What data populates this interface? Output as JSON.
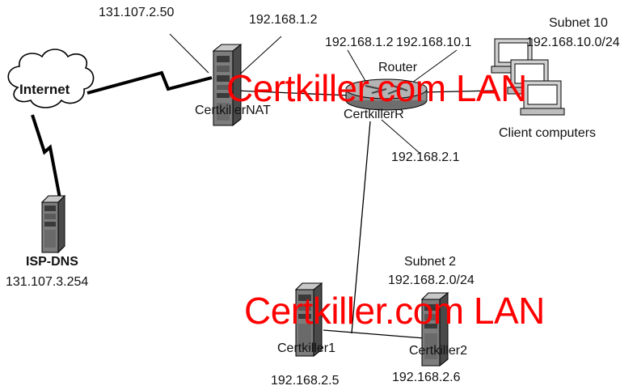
{
  "colors": {
    "watermark": "#ff0000",
    "line": "#000000",
    "server_body": "#8a8a8a",
    "server_dark": "#3a3a3a",
    "router_body": "#9a9a9a",
    "monitor_screen": "#ffffff"
  },
  "cloud": {
    "label": "Internet"
  },
  "isp_dns": {
    "label": "ISP-DNS",
    "ip": "131.107.3.254"
  },
  "nat": {
    "label": "CertkillerNAT",
    "public_ip": "131.107.2.50",
    "private_ip": "192.168.1.2"
  },
  "router": {
    "label": "CertkillerR",
    "caption": "Router",
    "ip_left": "192.168.1.2",
    "ip_right": "192.168.10.1",
    "ip_bottom": "192.168.2.1"
  },
  "subnet10": {
    "name": "Subnet 10",
    "network": "192.168.10.0/24",
    "clients_label": "Client computers"
  },
  "subnet2": {
    "name": "Subnet 2",
    "network": "192.168.2.0/24"
  },
  "server1": {
    "label": "Certkiller1",
    "ip": "192.168.2.5"
  },
  "server2": {
    "label": "Certkiller2",
    "ip": "192.168.2.6"
  },
  "watermarks": [
    "Certkiller.com LAN",
    "Certkiller.com LAN"
  ],
  "icons": [
    "cloud-icon",
    "server-icon",
    "router-icon",
    "monitor-icon",
    "lightning-link-icon"
  ]
}
